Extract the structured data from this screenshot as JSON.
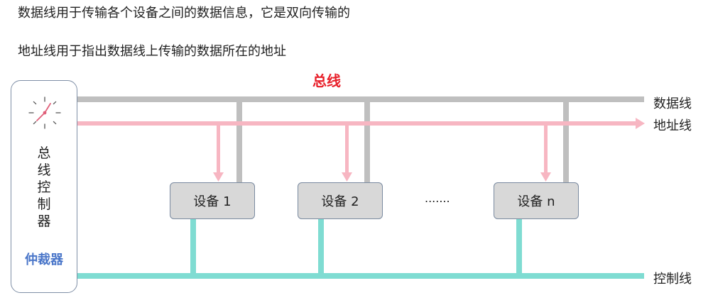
{
  "description": {
    "line1": "数据线用于传输各个设备之间的数据信息，它是双向传输的",
    "line2": "地址线用于指出数据线上传输的数据所在的地址"
  },
  "bus_title": "总线",
  "controller": {
    "chars": [
      "总",
      "线",
      "控",
      "制",
      "器"
    ],
    "arbiter": "仲裁器",
    "icon": "clock-icon"
  },
  "devices": [
    {
      "label": "设备 1"
    },
    {
      "label": "设备 2"
    },
    {
      "label": "设备 n"
    }
  ],
  "ellipsis": ".......",
  "lines": {
    "data": "数据线",
    "address": "地址线",
    "control": "控制线"
  },
  "colors": {
    "data_line": "#bfbfbf",
    "address_line": "#f7b6c2",
    "control_line": "#7fdcd2",
    "bus_title": "#e8202a",
    "arbiter": "#4a76c9",
    "device_fill": "#d8d8d8"
  }
}
